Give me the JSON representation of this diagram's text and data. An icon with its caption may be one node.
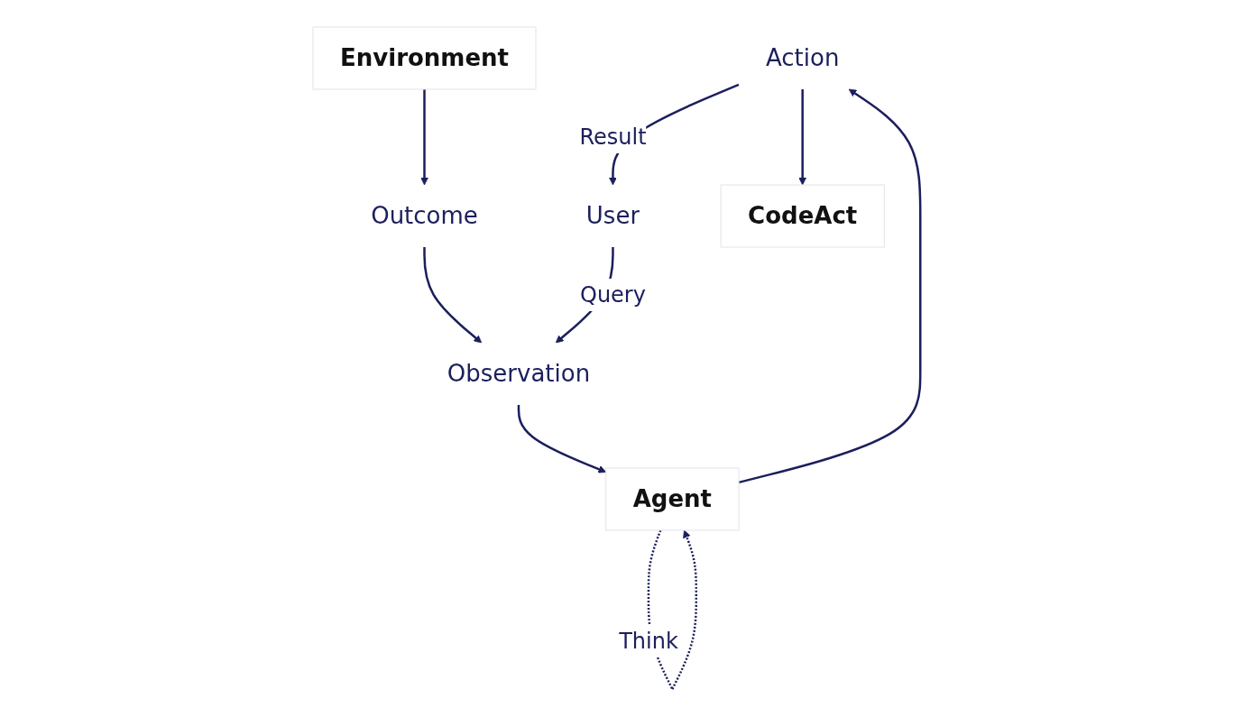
{
  "diagram": {
    "nodes": [
      {
        "text": [
          "Action"
        ]
      },
      {
        "text": [
          "CodeAct"
        ]
      },
      {
        "text": [
          "User"
        ]
      },
      {
        "text": [
          "Agent"
        ]
      },
      {
        "text": [
          "Environment"
        ]
      },
      {
        "text": [
          "Observation"
        ]
      },
      {
        "text": [
          "Outcome"
        ]
      }
    ],
    "edges": [
      {
        "from": 0,
        "to": 2,
        "arrow": "to",
        "label": "Result"
      },
      {
        "from": 0,
        "to": 1,
        "arrow": "to"
      },
      {
        "from": 3,
        "to": 0,
        "arrow": "to"
      },
      {
        "from": 3,
        "to": 3,
        "arrow": "to",
        "label": "Think",
        "style": "dashed"
      },
      {
        "from": 4,
        "to": 6,
        "arrow": "to"
      },
      {
        "from": 6,
        "to": 5,
        "arrow": "to"
      },
      {
        "from": 5,
        "to": 3,
        "arrow": "to"
      },
      {
        "from": 2,
        "to": 5,
        "arrow": "to",
        "label": "Query"
      }
    ]
  }
}
